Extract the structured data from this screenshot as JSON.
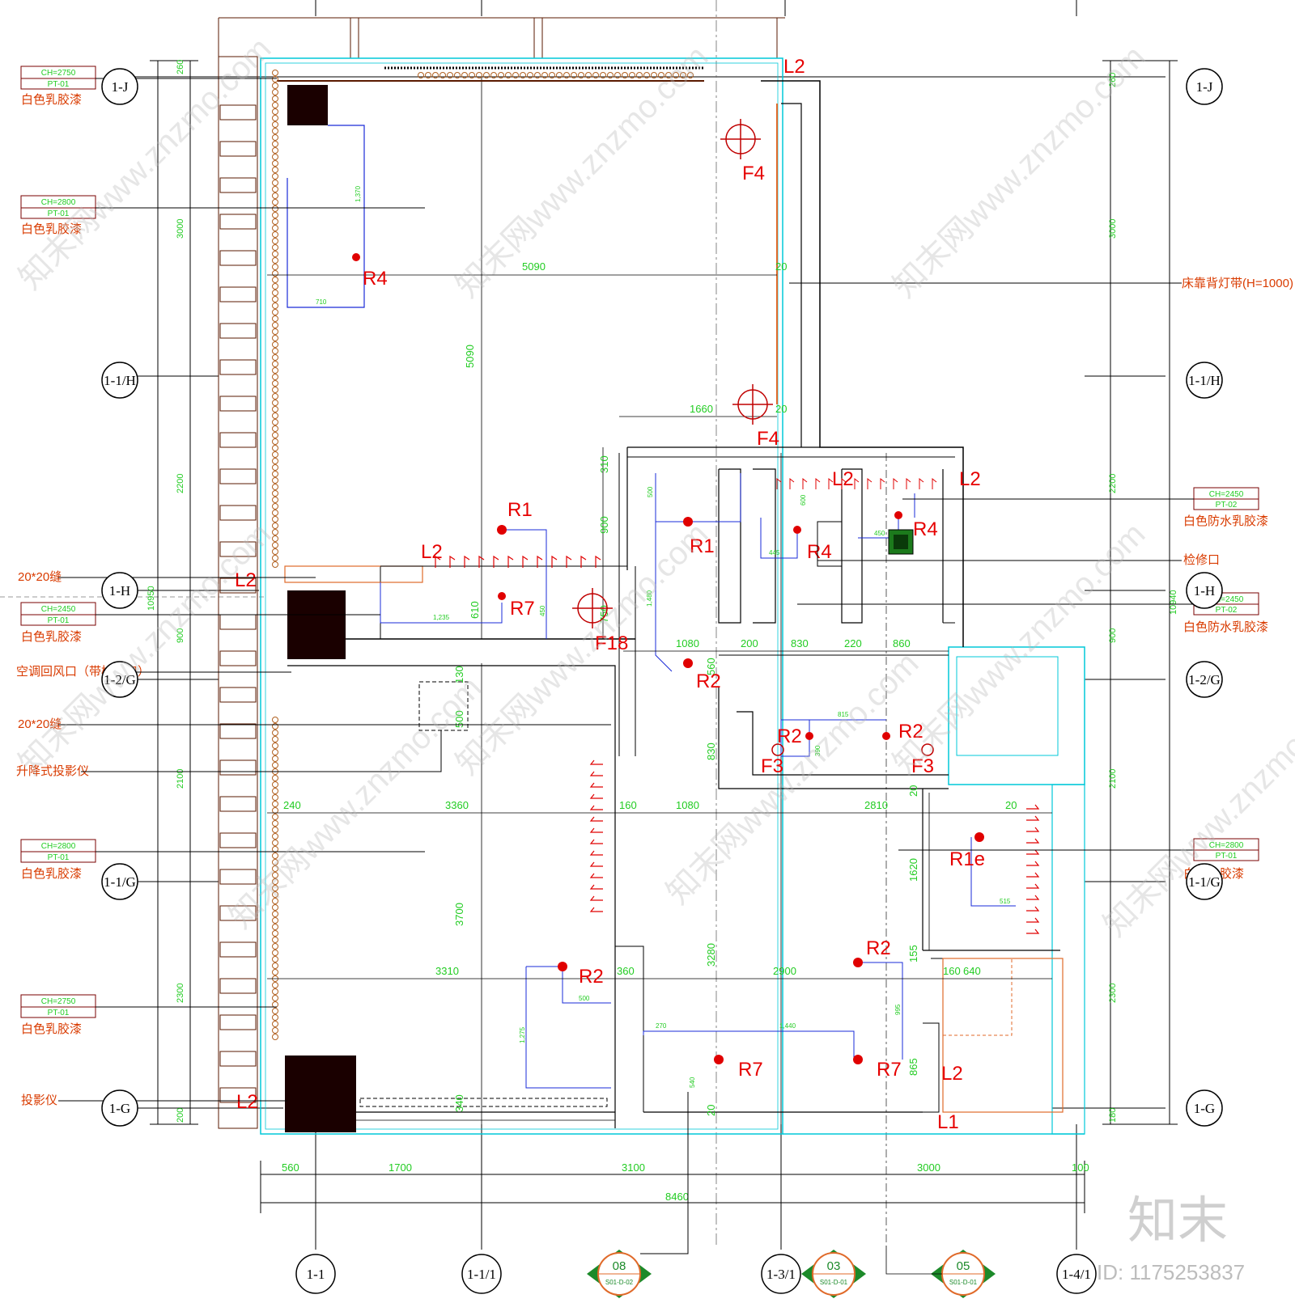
{
  "top_labels": {
    "L2_top": "L2",
    "L2_right": "L2",
    "L2_mid": "L2",
    "L2_left": "L2",
    "L2_corridor": "L2",
    "L2_bottom_left": "L2",
    "L2_bottom_right": "L2",
    "L1_bottom_right": "L1"
  },
  "fixtures": {
    "F4_top": "F4",
    "F4_mid": "F4",
    "F18": "F18",
    "F3_left": "F3",
    "F3_right": "F3",
    "R1_a": "R1",
    "R1_b": "R1",
    "R4_a": "R4",
    "R4_b": "R4",
    "R4_c": "R4",
    "R7_a": "R7",
    "R7_b": "R7",
    "R7_c": "R7",
    "R2_a": "R2",
    "R2_b": "R2",
    "R2_c": "R2",
    "R2_d": "R2",
    "R2_e": "R2",
    "R1e": "R1e"
  },
  "left_annotations": [
    {
      "ch": "CH=2750",
      "pt": "PT-01",
      "desc": "白色乳胶漆"
    },
    {
      "ch": "CH=2800",
      "pt": "PT-01",
      "desc": "白色乳胶漆"
    },
    {
      "ch": "CH=2450",
      "pt": "PT-01",
      "desc": "白色乳胶漆"
    },
    {
      "ch": "CH=2800",
      "pt": "PT-01",
      "desc": "白色乳胶漆"
    },
    {
      "ch": "CH=2750",
      "pt": "PT-01",
      "desc": "白色乳胶漆"
    }
  ],
  "left_notes": {
    "gap1": "20*20缝",
    "return_air": "空调回风口（带检修口）",
    "gap2": "20*20缝",
    "lift_projector": "升降式投影仪",
    "projector": "投影仪"
  },
  "right_annotations": [
    {
      "ch": "CH=2450",
      "pt": "PT-02",
      "desc": "白色防水乳胶漆"
    },
    {
      "ch": "CH=2450",
      "pt": "PT-02",
      "desc": "白色防水乳胶漆"
    },
    {
      "ch": "CH=2800",
      "pt": "PT-01",
      "desc": "白色乳胶漆"
    }
  ],
  "right_notes": {
    "bed_light": "床靠背灯带(H=1000)",
    "access": "检修口"
  },
  "axes": {
    "left": [
      "1-J",
      "1-1/H",
      "1-H",
      "1-2/G",
      "1-1/G",
      "1-G"
    ],
    "right": [
      "1-J",
      "1-1/H",
      "1-H",
      "1-2/G",
      "1-1/G",
      "1-G"
    ],
    "bottom": [
      "1-1",
      "1-1/1",
      "1-3/1",
      "1-4/1"
    ]
  },
  "section_marks": [
    {
      "num": "08",
      "ref": "S01-D-02"
    },
    {
      "num": "03",
      "ref": "S01-D-01"
    },
    {
      "num": "05",
      "ref": "S01-D-01"
    }
  ],
  "dims": {
    "left_chain": [
      "260",
      "3000",
      "2200",
      "900",
      "2100",
      "2300",
      "200"
    ],
    "left_total": "10950",
    "right_chain": [
      "260",
      "3000",
      "2200",
      "900",
      "2100",
      "2300",
      "180"
    ],
    "right_total": "10940",
    "bottom_chain": [
      "560",
      "1700",
      "3100",
      "3000",
      "100"
    ],
    "bottom_total": "8460",
    "inner": {
      "d5090h": "5090",
      "d5090v": "5090",
      "d20a": "20",
      "d20b": "20",
      "d1660": "1660",
      "d310": "310",
      "d900": "900",
      "d610": "610",
      "d750": "750",
      "d1080a": "1080",
      "d560": "560",
      "d200": "200",
      "d830a": "830",
      "d220": "220",
      "d860": "860",
      "d830b": "830",
      "d3360": "3360",
      "d160a": "160",
      "d1080b": "1080",
      "d2810": "2810",
      "d500": "500",
      "d130": "130",
      "d3700": "3700",
      "d1620": "1620",
      "d3310": "3310",
      "d360": "360",
      "d2900": "2900",
      "d3280": "3280",
      "d160b": "160",
      "d640": "640",
      "d155": "155",
      "d865": "865",
      "d340": "340",
      "d20c": "20",
      "d20d": "20",
      "d20e": "20",
      "d240": "240"
    },
    "small": {
      "s1370": "1,370",
      "s710": "710",
      "s1235": "1,235",
      "s450a": "450",
      "s1480": "1,480",
      "s500": "500",
      "s445": "445",
      "s600": "600",
      "s450b": "450",
      "s815": "815",
      "s390": "390",
      "s515": "515",
      "s1275": "1,275",
      "s500b": "500",
      "s270": "270",
      "s1440": "1,440",
      "s995": "995",
      "s540": "540"
    }
  },
  "watermark": {
    "site": "知末网www.znzmo.com",
    "logo": "知末",
    "id": "ID: 1175253837"
  }
}
